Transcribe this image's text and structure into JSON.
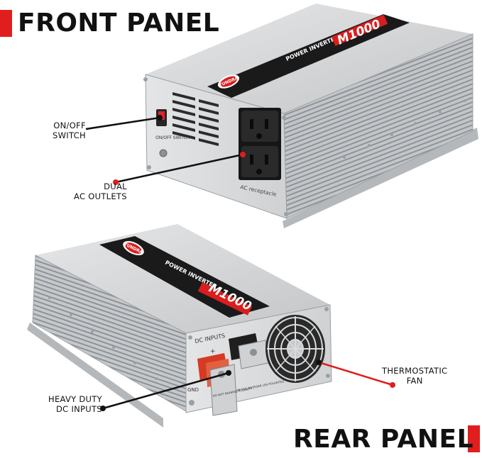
{
  "headings": {
    "front": "FRONT PANEL",
    "rear": "REAR PANEL"
  },
  "callouts": {
    "onoff": [
      "ON/OFF",
      "SWITCH"
    ],
    "outlets": [
      "DUAL",
      "AC OUTLETS"
    ],
    "fan": [
      "THERMOSTATIC",
      "FAN"
    ],
    "dcinputs": [
      "HEAVY DUTY",
      "DC INPUTS"
    ]
  },
  "product": {
    "brand": "TUNDRA",
    "name": "POWER INVERTER",
    "model": "M1000",
    "switch_label": "ON/OFF SWITCH",
    "receptacle_label": "AC receptacle",
    "dc_label": "DC INPUTS",
    "gnd_label": "GND",
    "plus_label": "+",
    "warning_1": "DO NOT REVERSE POLARITY",
    "warning_2": "NE PAS INVERSER LES POLARITES"
  },
  "colors": {
    "accent": "#e01e1e",
    "label_band": "#1a1a1a",
    "chassis": "#c9cbcd"
  }
}
